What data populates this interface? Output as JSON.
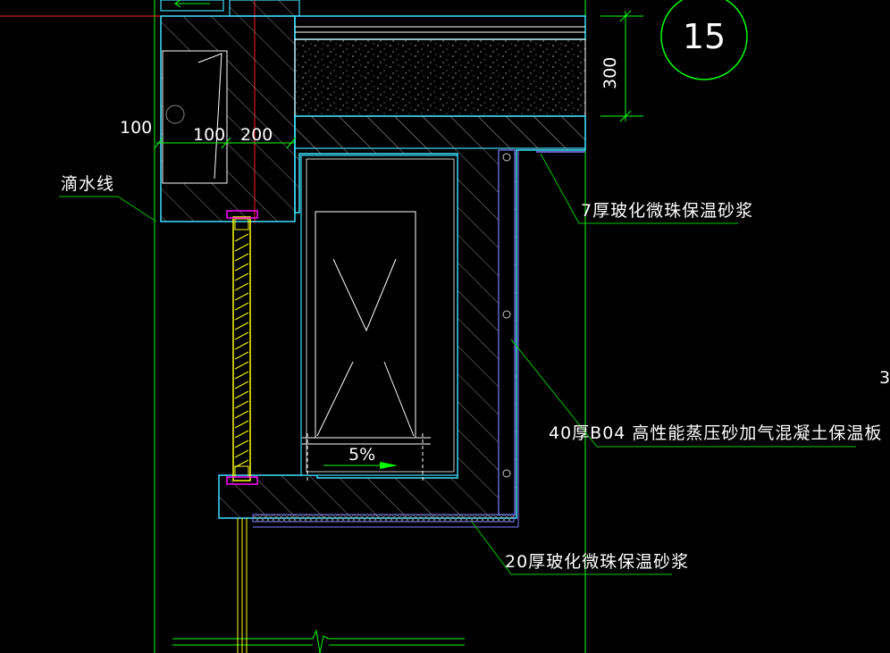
{
  "drawing": {
    "detail_number": "15",
    "dimensions": {
      "slab_height": "300",
      "left_offset": "100",
      "mid_offset": "100",
      "beam_width": "200"
    },
    "slope": "5%",
    "edge_partial": "3",
    "callouts": {
      "drip_line": "滴水线",
      "mortar_7": "7厚玻化微珠保温砂浆",
      "insulation_board": "40厚B04 高性能蒸压砂加气混凝土保温板",
      "mortar_20": "20厚玻化微珠保温砂浆"
    }
  },
  "colors": {
    "background": "#000000",
    "outline_cyan": "#40e0ff",
    "gridline_green": "#00ff00",
    "leader_green": "#00c800",
    "hatch_gray": "#9a9a9a",
    "axis_red": "#ff2020",
    "window_yellow": "#ffff00",
    "insulation_blue": "#8080ff",
    "anchor_magenta": "#ff00ff",
    "text_white": "#ffffff"
  }
}
